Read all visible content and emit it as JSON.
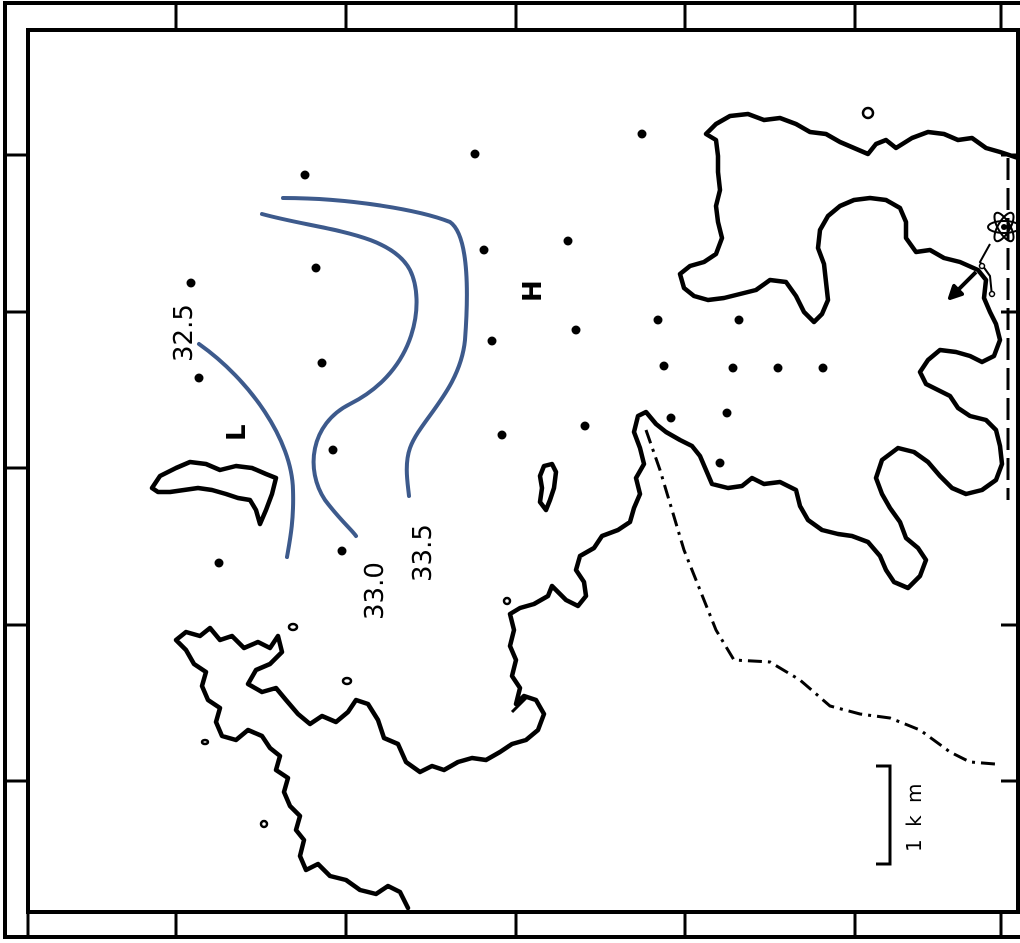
{
  "map": {
    "contour_labels": [
      "32.5",
      "33.0",
      "33.5"
    ],
    "high_marker": "H",
    "low_marker": "L",
    "scale_label": "1 k m",
    "contour_color": "#3d5a8c",
    "land_outline_color": "#000000"
  },
  "symbols": {
    "plant": "nuclear-power-plant-icon",
    "outlet": "discharge-outlet-arrow-icon"
  }
}
